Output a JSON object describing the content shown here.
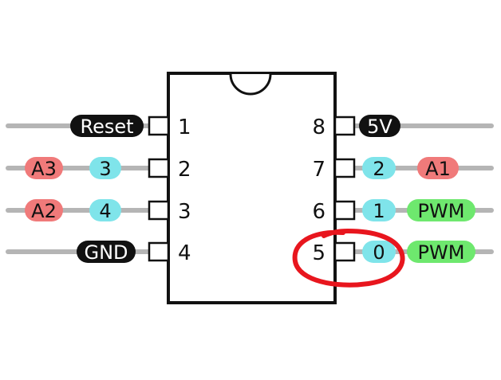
{
  "colors": {
    "background": "#ffffff",
    "wire": "#b5b5b5",
    "outline": "#111111",
    "digital": "#7fe4ea",
    "analog": "#f07a7a",
    "pwm": "#6ee86e",
    "power": "#111111",
    "annotation": "#e8161e"
  },
  "chip": {
    "left_pins": [
      {
        "number": "1",
        "labels": [
          {
            "text": "Reset",
            "kind": "power"
          }
        ]
      },
      {
        "number": "2",
        "labels": [
          {
            "text": "A3",
            "kind": "analog"
          },
          {
            "text": "3",
            "kind": "digital"
          }
        ]
      },
      {
        "number": "3",
        "labels": [
          {
            "text": "A2",
            "kind": "analog"
          },
          {
            "text": "4",
            "kind": "digital"
          }
        ]
      },
      {
        "number": "4",
        "labels": [
          {
            "text": "GND",
            "kind": "power"
          }
        ]
      }
    ],
    "right_pins": [
      {
        "number": "8",
        "labels": [
          {
            "text": "5V",
            "kind": "power"
          }
        ]
      },
      {
        "number": "7",
        "labels": [
          {
            "text": "2",
            "kind": "digital"
          },
          {
            "text": "A1",
            "kind": "analog"
          }
        ]
      },
      {
        "number": "6",
        "labels": [
          {
            "text": "1",
            "kind": "digital"
          },
          {
            "text": "PWM",
            "kind": "pwm"
          }
        ]
      },
      {
        "number": "5",
        "labels": [
          {
            "text": "0",
            "kind": "digital"
          },
          {
            "text": "PWM",
            "kind": "pwm"
          }
        ]
      }
    ]
  }
}
